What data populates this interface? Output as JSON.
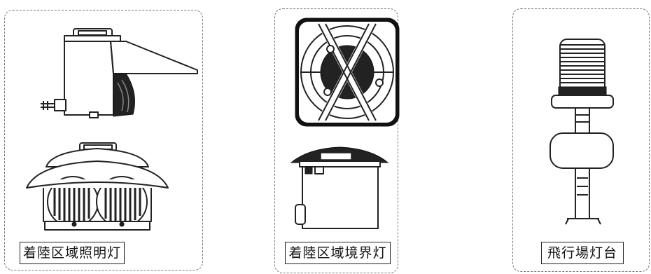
{
  "panels": [
    {
      "label": "着陸区域照明灯"
    },
    {
      "label": "着陸区域境界灯"
    },
    {
      "label": "飛行場灯台"
    }
  ]
}
